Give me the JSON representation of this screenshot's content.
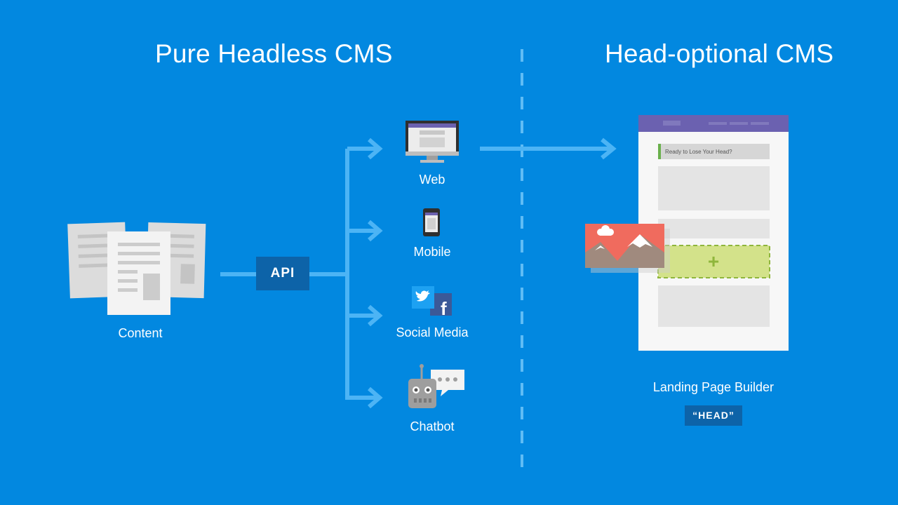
{
  "titles": {
    "left": "Pure Headless CMS",
    "right": "Head-optional CMS"
  },
  "content": {
    "label": "Content"
  },
  "api": {
    "label": "API"
  },
  "channels": [
    {
      "label": "Web",
      "icon": "monitor-icon"
    },
    {
      "label": "Mobile",
      "icon": "phone-icon"
    },
    {
      "label": "Social Media",
      "icon": "twitter-facebook-icon"
    },
    {
      "label": "Chatbot",
      "icon": "robot-chat-icon"
    }
  ],
  "builder": {
    "label": "Landing Page Builder",
    "badge": "“HEAD”",
    "input_text": "Ready to Lose Your Head?"
  },
  "colors": {
    "background": "#0288e0",
    "connector": "#4cb4f5",
    "badge": "#0d63a8",
    "builder_header": "#6b61b0",
    "dropzone": "#d3e28a",
    "image_card": "#f06b5e"
  }
}
